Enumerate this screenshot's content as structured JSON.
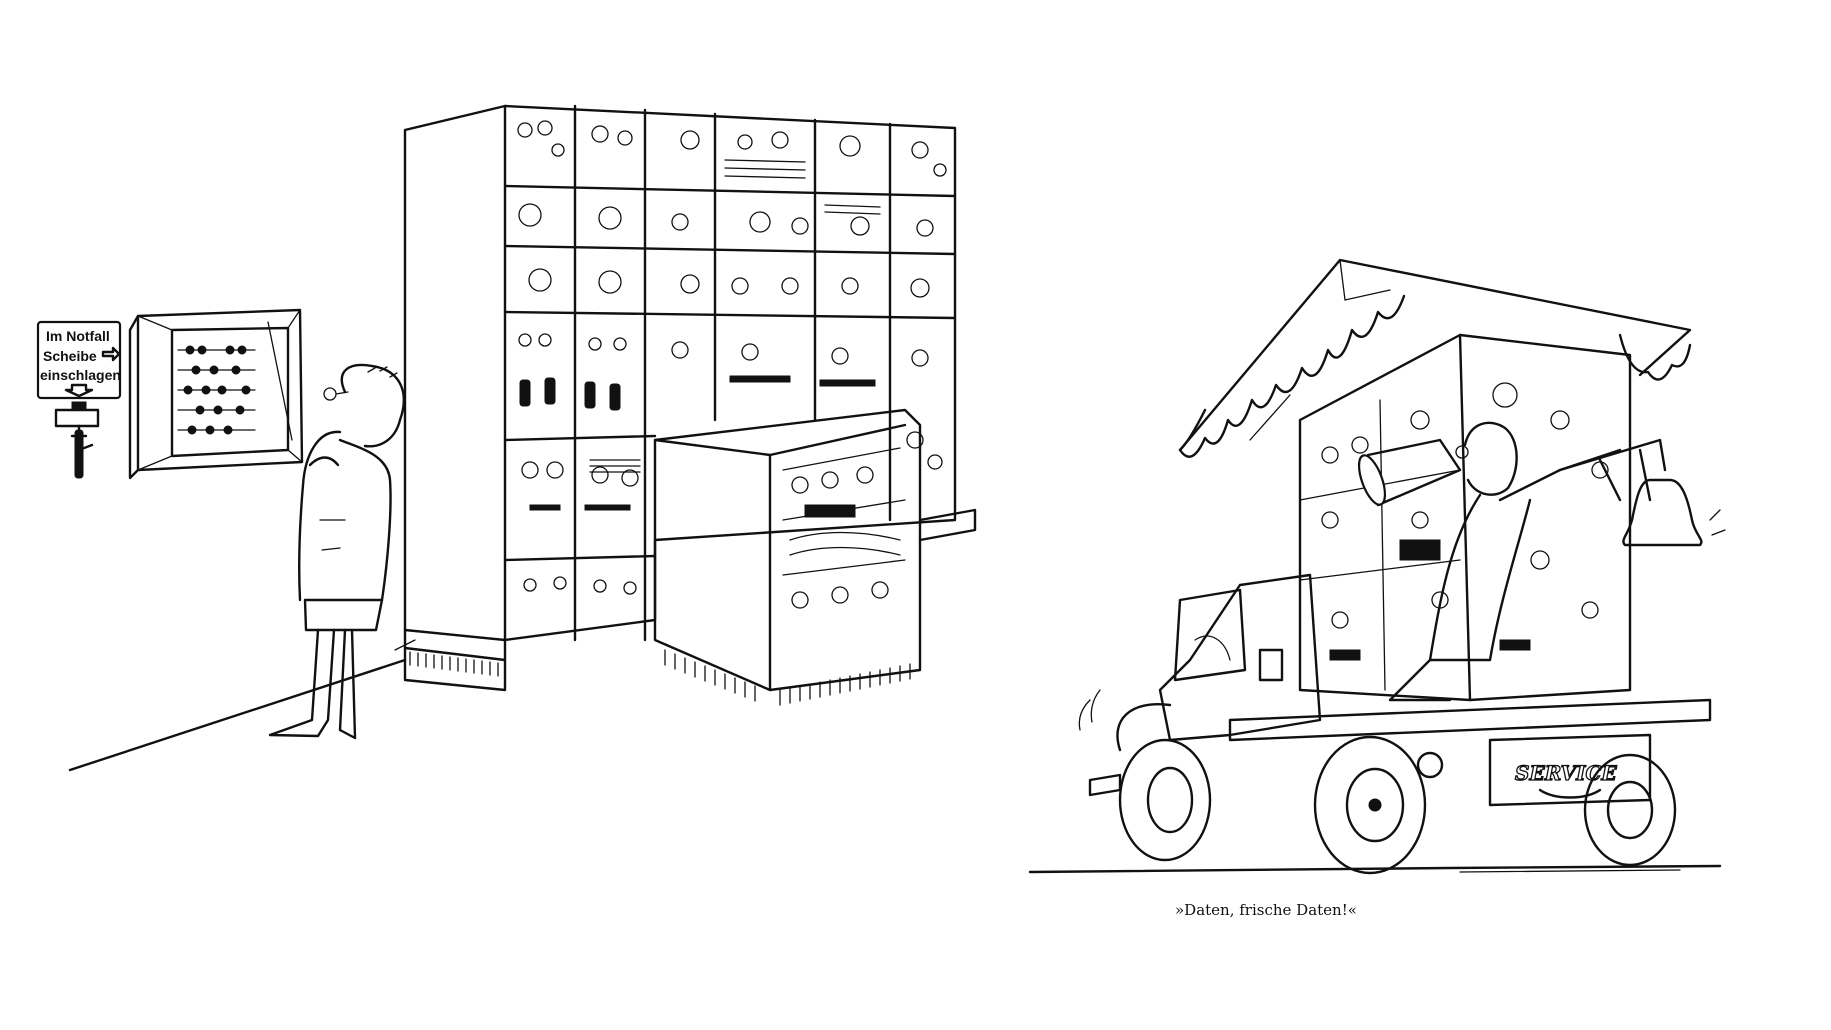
{
  "left_cartoon": {
    "emergency_sign": {
      "line1": "Im Notfall",
      "line2": "Scheibe",
      "line3": "einschlagen"
    }
  },
  "right_cartoon": {
    "truck_lettering": "SERVICE",
    "caption": "»Daten, frische Daten!«"
  }
}
